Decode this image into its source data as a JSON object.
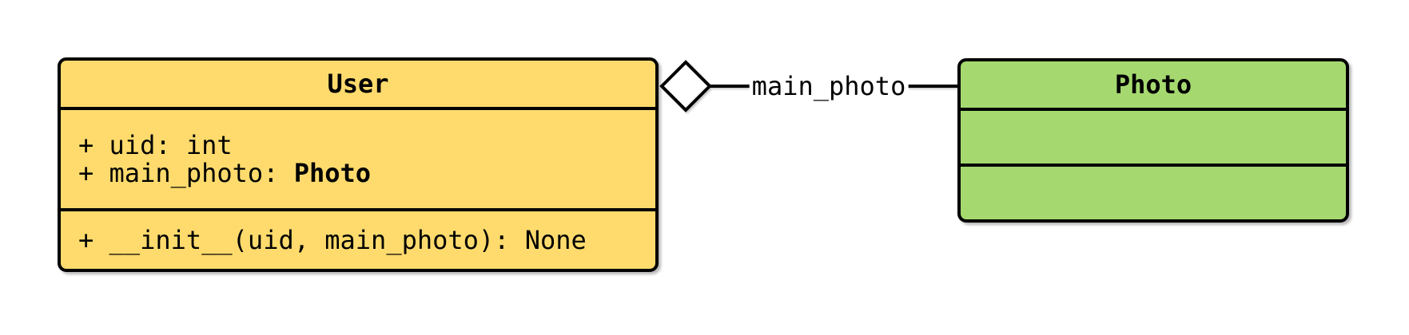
{
  "colors": {
    "user_fill": "#FFDB6D",
    "photo_fill": "#A5D96F",
    "stroke": "#000000",
    "background": "#FFFFFF"
  },
  "classes": {
    "user": {
      "name": "User",
      "attributes": [
        [
          {
            "text": "+ uid: int",
            "bold": false
          }
        ],
        [
          {
            "text": "+ main_photo: ",
            "bold": false
          },
          {
            "text": "Photo",
            "bold": true
          }
        ]
      ],
      "methods": [
        [
          {
            "text": "+ __init__(uid, main_photo): None",
            "bold": false
          }
        ]
      ]
    },
    "photo": {
      "name": "Photo",
      "attributes": [],
      "methods": []
    }
  },
  "association": {
    "label": "main_photo",
    "type": "aggregation",
    "diamond_style": "hollow"
  }
}
